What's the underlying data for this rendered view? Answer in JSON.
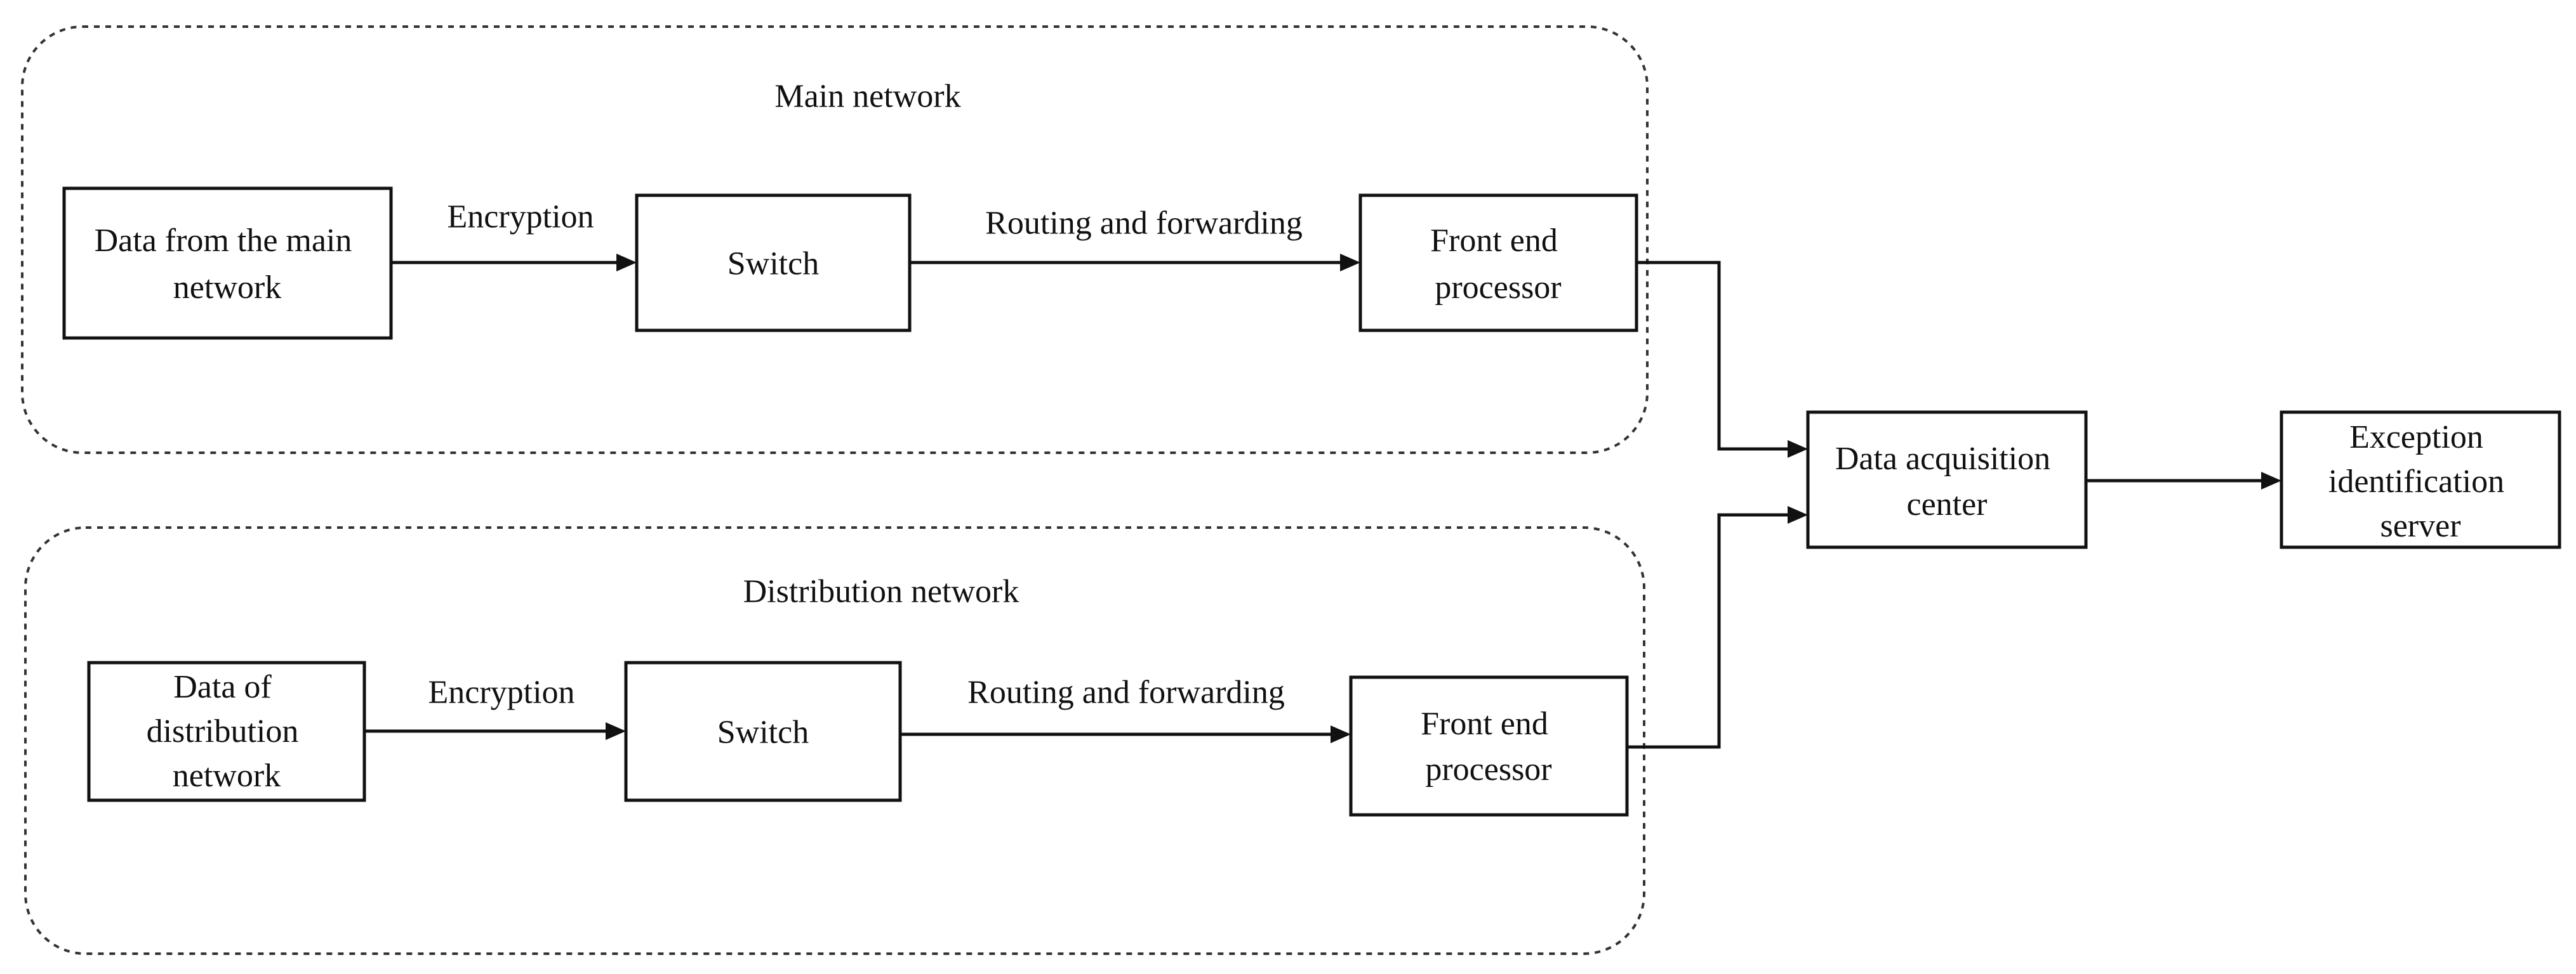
{
  "groups": {
    "main": {
      "title": "Main network"
    },
    "distribution": {
      "title": "Distribution network"
    }
  },
  "nodes": {
    "main_data": {
      "lines": [
        "Data from the main",
        "network"
      ]
    },
    "main_switch": {
      "lines": [
        "Switch"
      ]
    },
    "main_fep": {
      "lines": [
        "Front end",
        "processor"
      ]
    },
    "dist_data": {
      "lines": [
        "Data of",
        "distribution",
        "network"
      ]
    },
    "dist_switch": {
      "lines": [
        "Switch"
      ]
    },
    "dist_fep": {
      "lines": [
        "Front end",
        "processor"
      ]
    },
    "dac": {
      "lines": [
        "Data acquisition",
        "center"
      ]
    },
    "eis": {
      "lines": [
        "Exception",
        "identification",
        "server"
      ]
    }
  },
  "edges": {
    "main_encryption": "Encryption",
    "main_routing": "Routing and forwarding",
    "dist_encryption": "Encryption",
    "dist_routing": "Routing and forwarding"
  }
}
